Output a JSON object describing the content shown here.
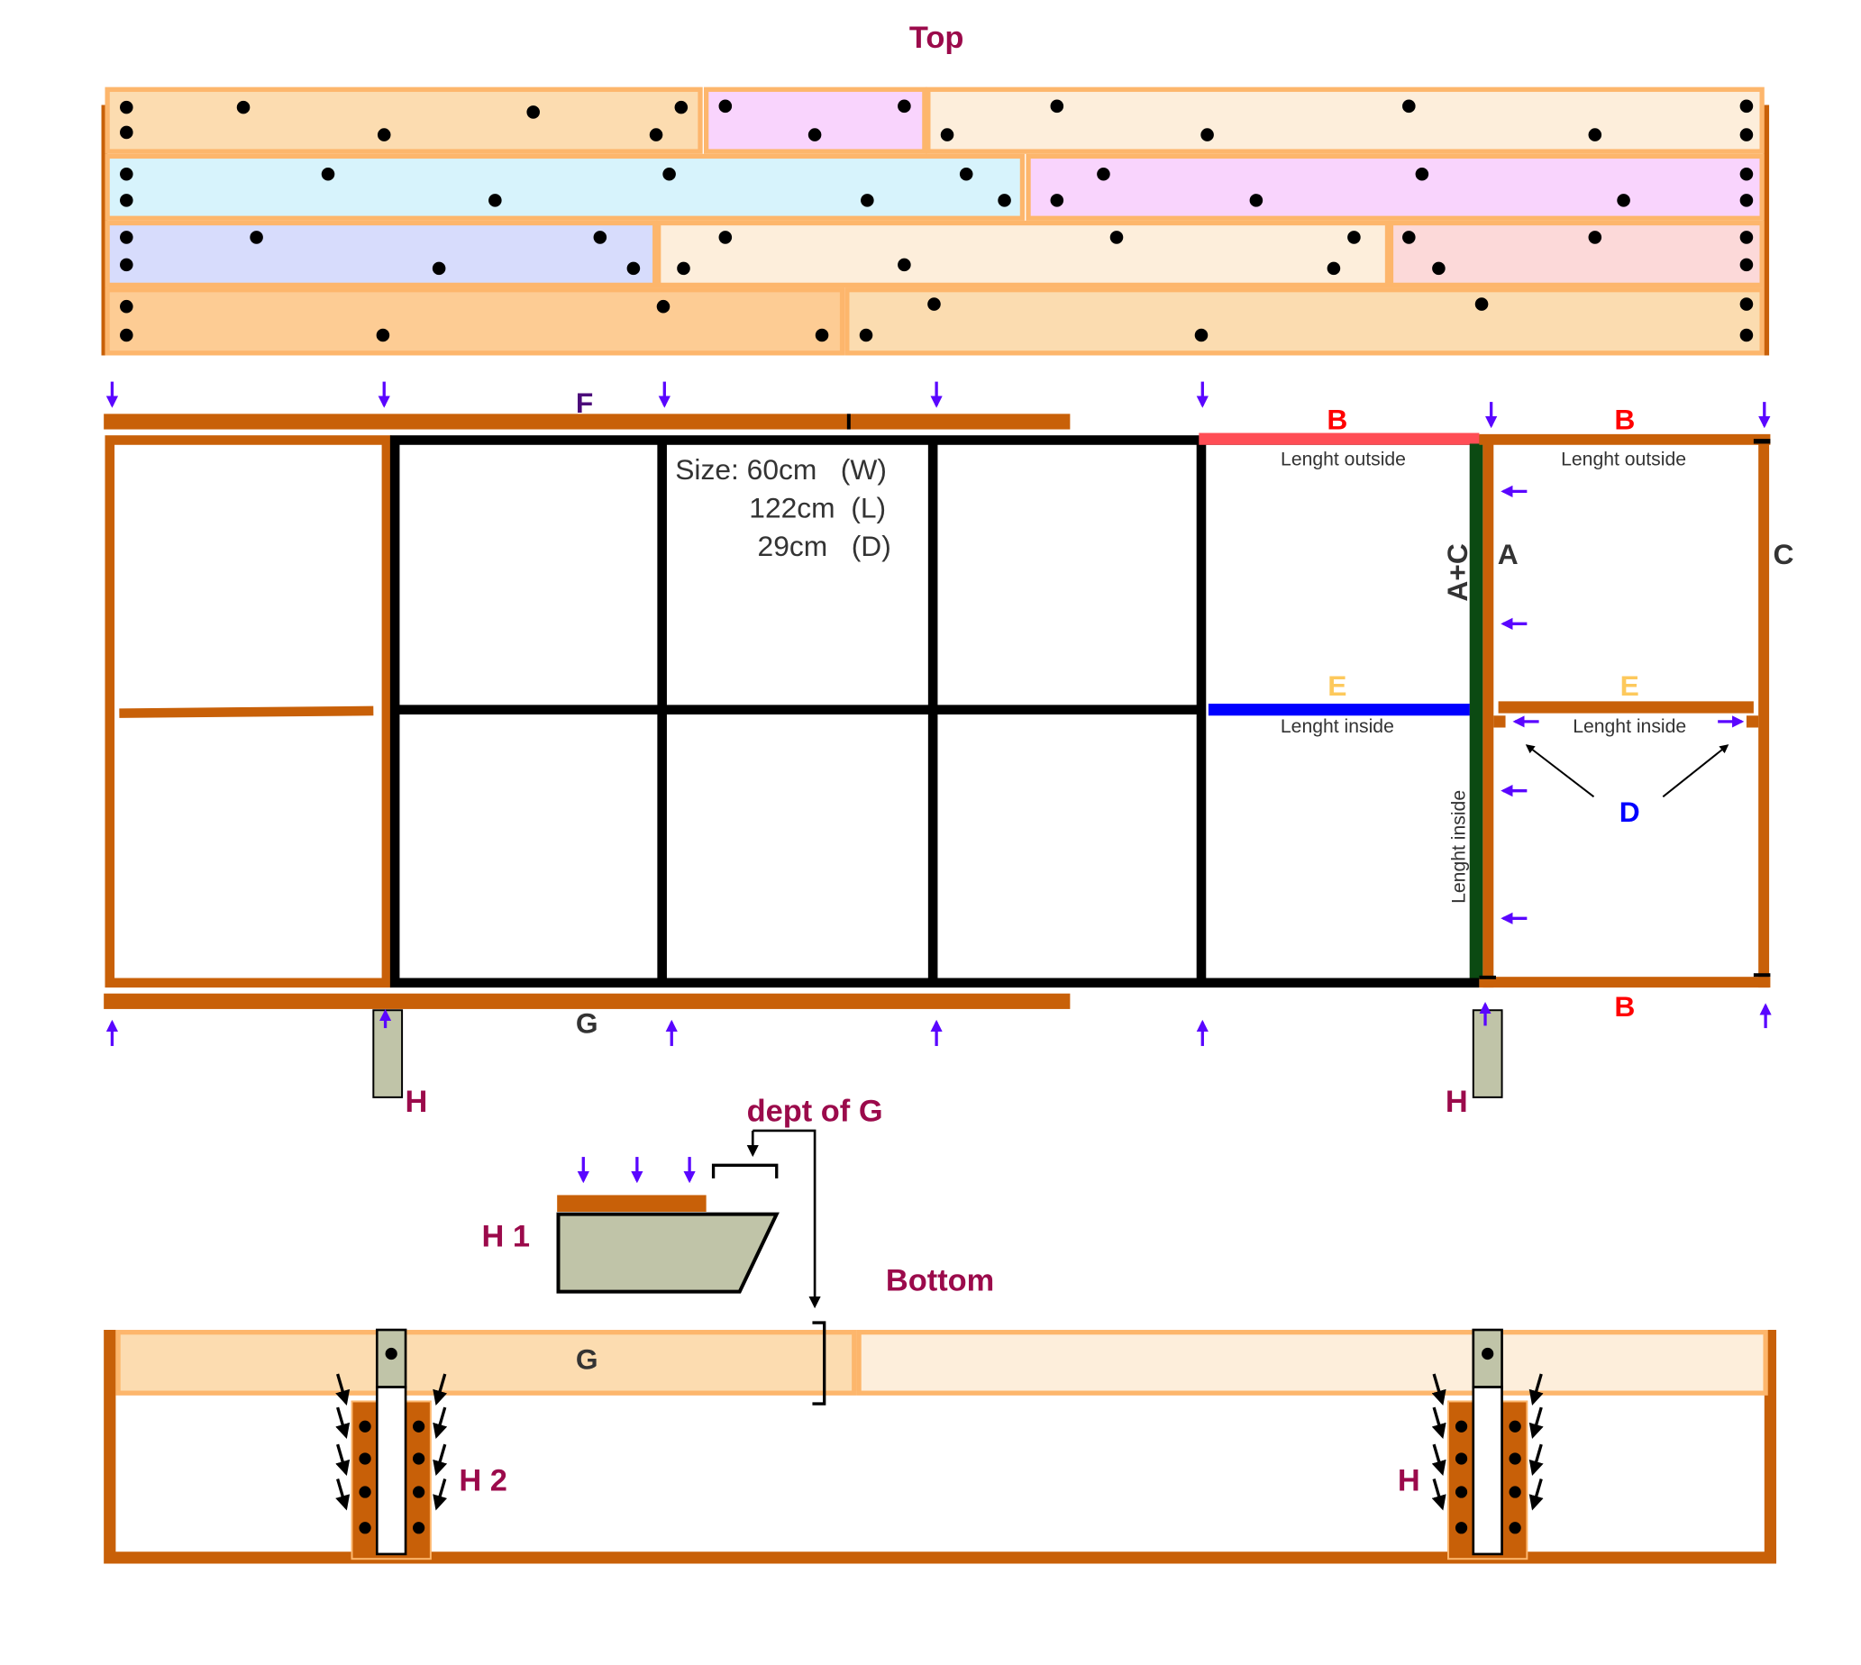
{
  "titles": {
    "top": "Top",
    "bottom": "Bottom"
  },
  "size_note": {
    "line1": "Size: 60cm   (W)",
    "line2": "122cm  (L)",
    "line3": "29cm   (D)"
  },
  "labels": {
    "F": "F",
    "G": "G",
    "G_bottom": "G",
    "B_top_left": "B",
    "B_top_right": "B",
    "B_bottom": "B",
    "A_plus_C": "A+C",
    "A": "A",
    "C": "C",
    "E_left": "E",
    "E_right": "E",
    "D": "D",
    "H_left": "H",
    "H_right": "H",
    "H1": "H 1",
    "H2": "H 2",
    "H_bottom_right": "H",
    "dept_of_G": "dept of G",
    "length_outside_left": "Lenght outside",
    "length_outside_right": "Lenght outside",
    "length_inside_left": "Lenght inside",
    "length_inside_right": "Lenght inside",
    "length_inside_vertical": "Lenght inside"
  },
  "colors": {
    "wood": "#c86008",
    "arrow": "#5a06ff",
    "label": "#9b0a4b",
    "B": "#ff0000",
    "E": "#fdc95c",
    "D": "#0000ff",
    "A_plus_C_panel": "#0b4a12",
    "E_panel": "#0000ff",
    "B_panel": "#ff4d55"
  }
}
